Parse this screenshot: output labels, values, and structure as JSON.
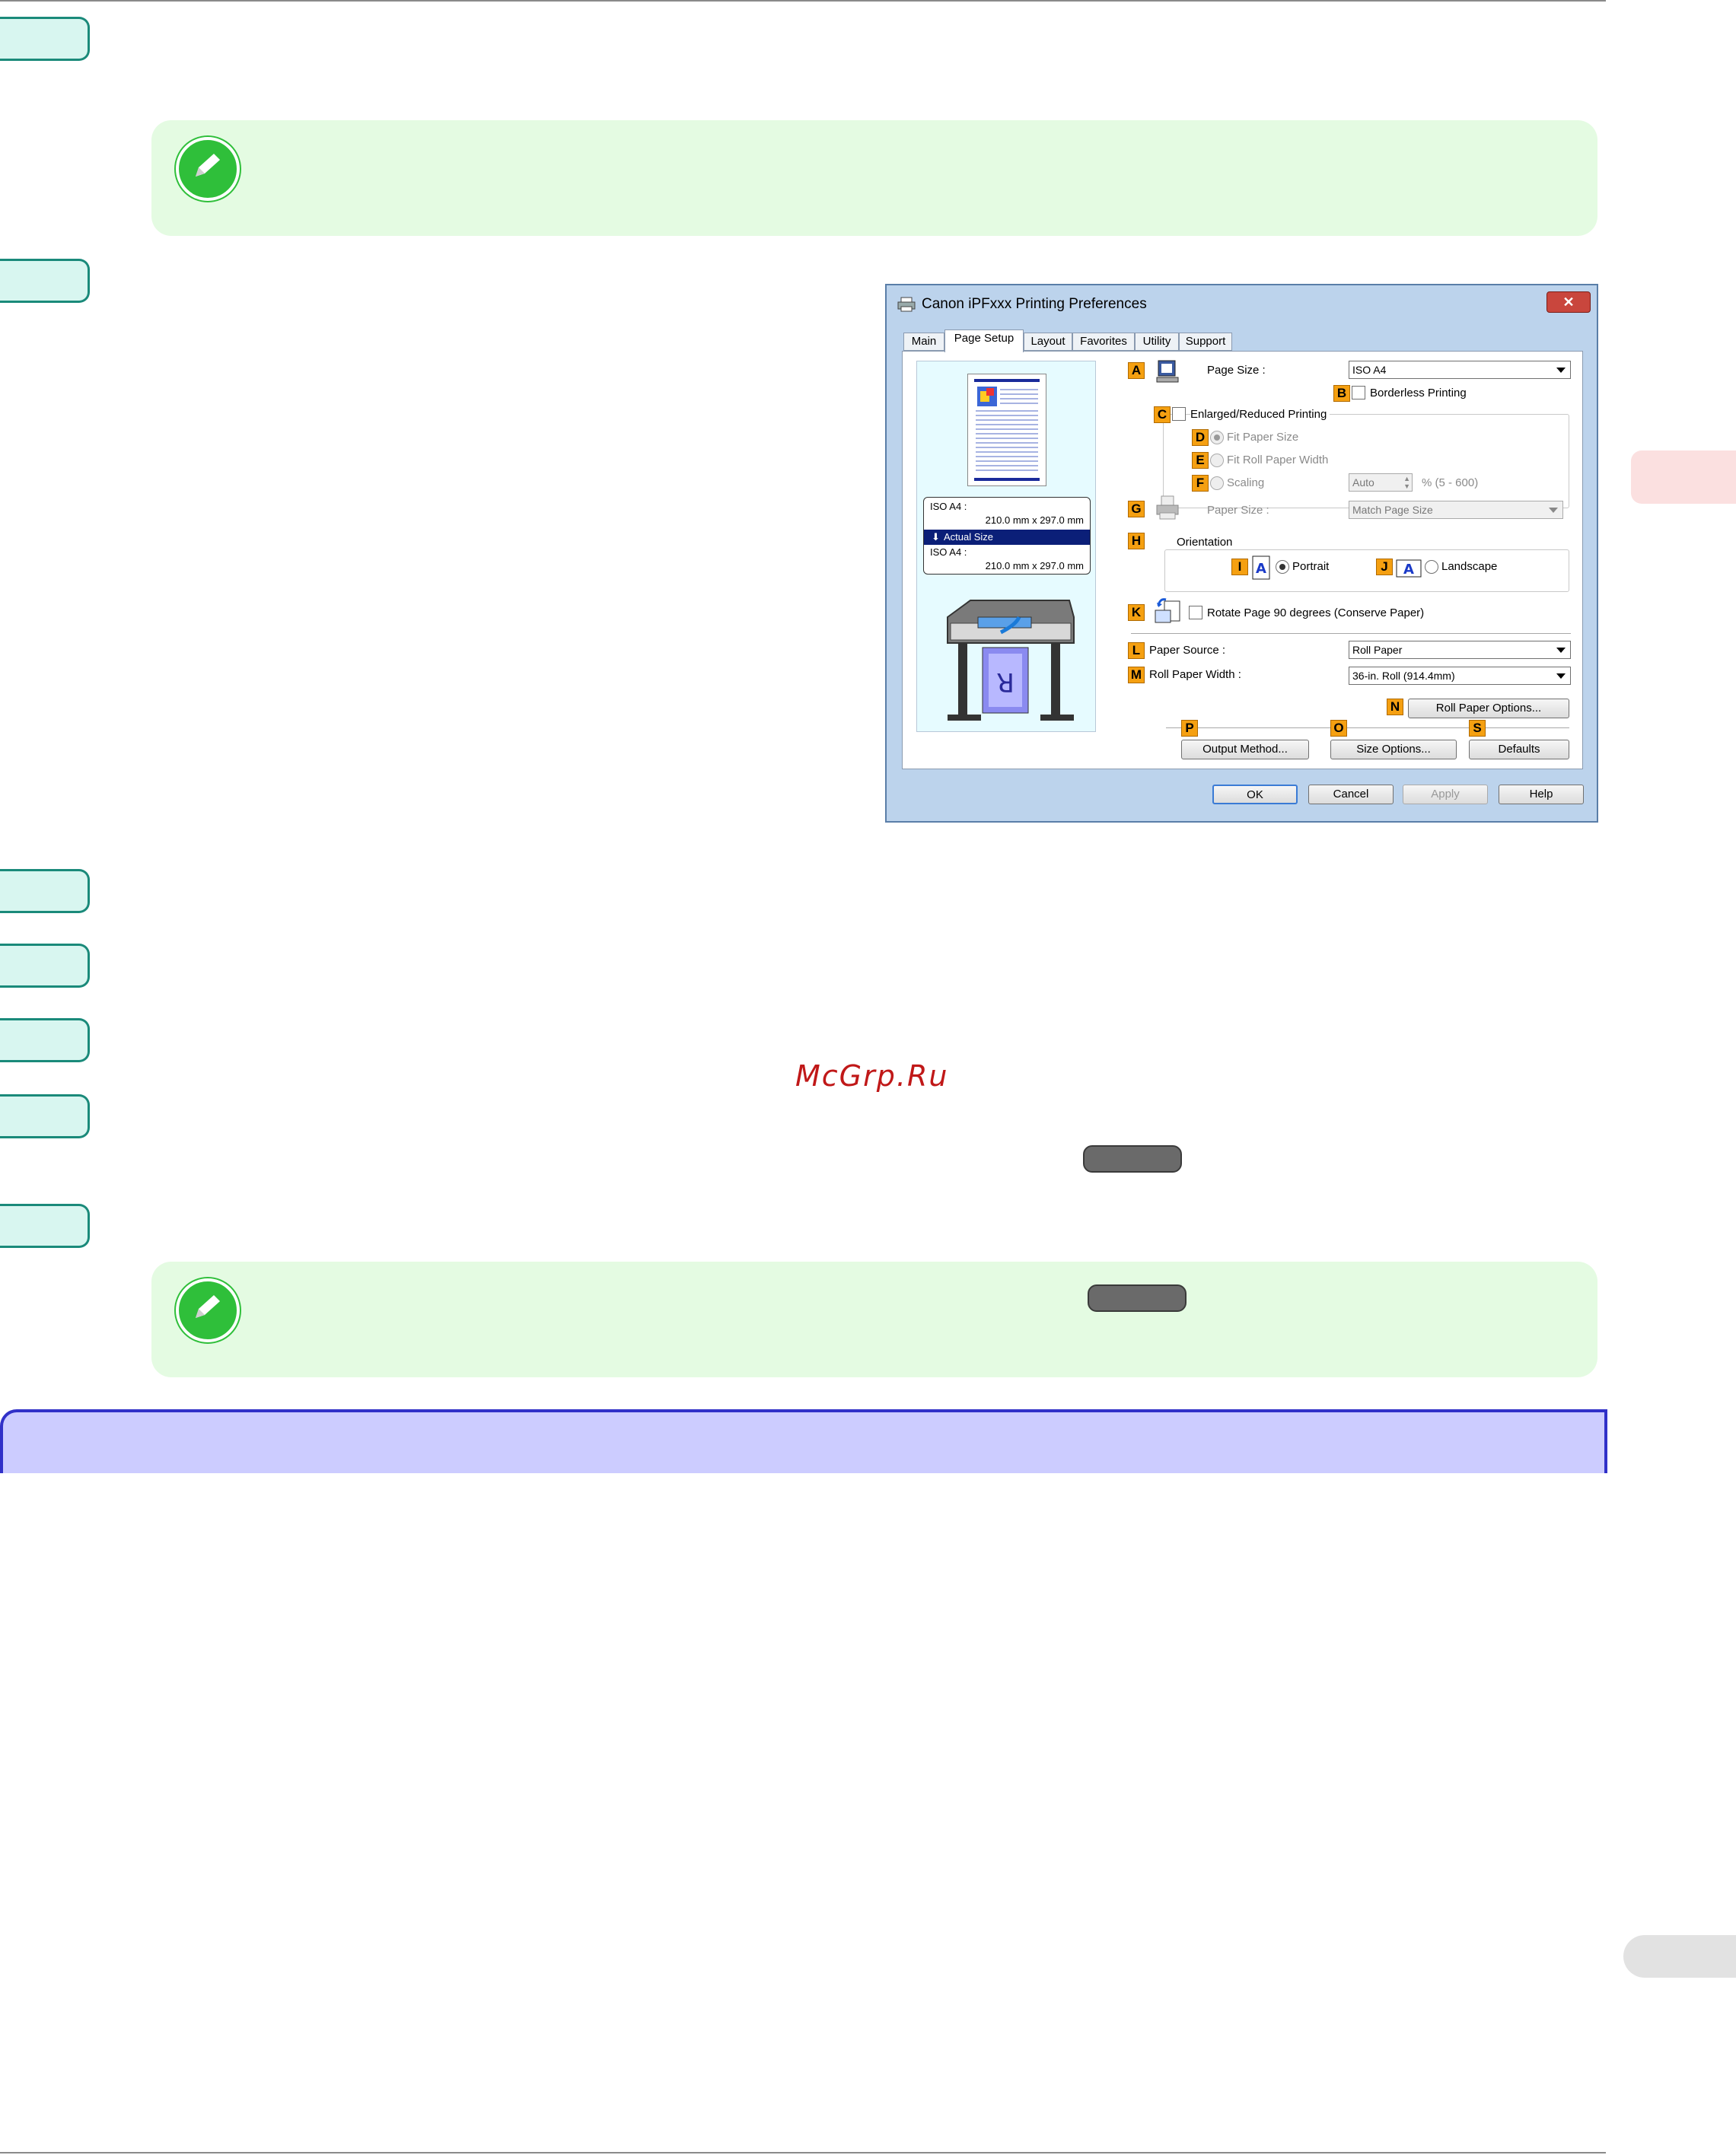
{
  "watermark": "McGrp.Ru",
  "dialog": {
    "title": "Canon iPFxxx Printing Preferences",
    "close_label": "✕",
    "tabs": [
      "Main",
      "Page Setup",
      "Layout",
      "Favorites",
      "Utility",
      "Support"
    ],
    "active_tab": "Page Setup",
    "preview": {
      "line1": "ISO A4 :",
      "line2": "210.0 mm x 297.0 mm",
      "highlight": "Actual Size",
      "line3": "ISO A4 :",
      "line4": "210.0 mm x 297.0 mm",
      "printed_letter": "R"
    },
    "labels": {
      "A": "A",
      "B": "B",
      "C": "C",
      "D": "D",
      "E": "E",
      "F": "F",
      "G": "G",
      "H": "H",
      "I": "I",
      "J": "J",
      "K": "K",
      "L": "L",
      "M": "M",
      "N": "N",
      "P": "P",
      "O": "O",
      "S": "S"
    },
    "page_size_label": "Page Size :",
    "page_size_value": "ISO A4",
    "borderless_label": "Borderless Printing",
    "enlarged_label": "Enlarged/Reduced Printing",
    "fit_paper_size": "Fit Paper Size",
    "fit_roll_width": "Fit Roll Paper Width",
    "scaling_label": "Scaling",
    "scaling_value": "Auto",
    "scaling_range": "% (5 - 600)",
    "paper_size_label": "Paper Size :",
    "paper_size_value": "Match Page Size",
    "orientation_label": "Orientation",
    "portrait_label": "Portrait",
    "landscape_label": "Landscape",
    "rotate_label": "Rotate Page 90 degrees (Conserve Paper)",
    "paper_source_label": "Paper Source :",
    "paper_source_value": "Roll Paper",
    "roll_width_label": "Roll Paper Width :",
    "roll_width_value": "36-in. Roll (914.4mm)",
    "roll_options_btn": "Roll Paper Options...",
    "output_method_btn": "Output Method...",
    "size_options_btn": "Size Options...",
    "defaults_btn": "Defaults",
    "ok_btn": "OK",
    "cancel_btn": "Cancel",
    "apply_btn": "Apply",
    "help_btn": "Help"
  },
  "colors": {
    "step_tab": "#d8f6f0",
    "note_bg": "#e4fbe2",
    "section_bg": "#ccccff",
    "label_orange": "#f5a011"
  }
}
